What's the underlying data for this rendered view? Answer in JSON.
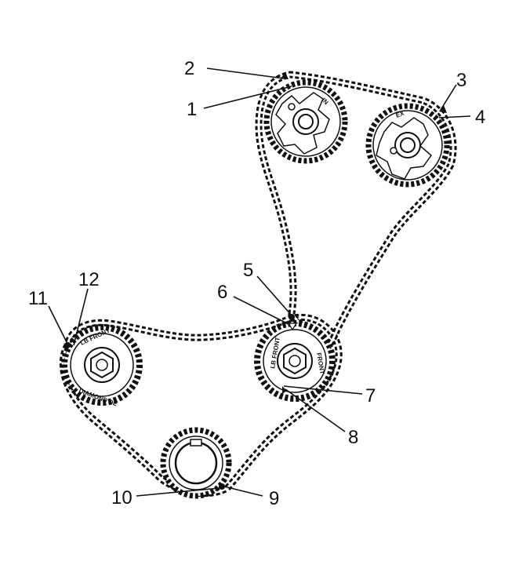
{
  "diagram": {
    "sprocket_stamps": {
      "intake": "IN",
      "exhaust": "EX",
      "left_front": "LB FRONT",
      "left_bottom": "DIAMOND DE",
      "right_front": "LB FRONT",
      "right_side": "FRONT"
    },
    "callouts": [
      "1",
      "2",
      "3",
      "4",
      "5",
      "6",
      "7",
      "8",
      "9",
      "10",
      "11",
      "12"
    ],
    "colors": {
      "ink": "#111111",
      "background": "#ffffff"
    }
  }
}
